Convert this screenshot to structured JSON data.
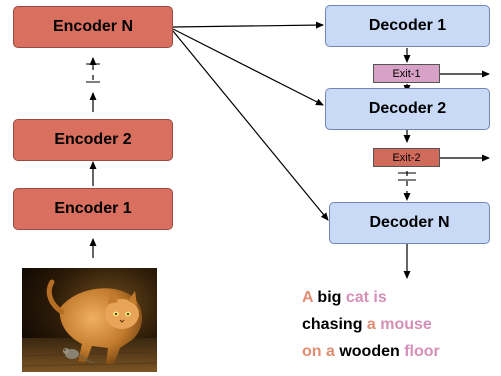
{
  "encoders": {
    "n": "Encoder N",
    "two": "Encoder 2",
    "one": "Encoder 1"
  },
  "decoders": {
    "one": "Decoder 1",
    "two": "Decoder 2",
    "n": "Decoder N"
  },
  "exits": {
    "one": "Exit-1",
    "two": "Exit-2"
  },
  "caption": {
    "line1": [
      {
        "text": "A",
        "color": "#e28d73"
      },
      {
        "text": " big ",
        "color": "#000000"
      },
      {
        "text": "cat is",
        "color": "#d58fb8"
      }
    ],
    "line2": [
      {
        "text": "chasing ",
        "color": "#000000"
      },
      {
        "text": "a",
        "color": "#e28d73"
      },
      {
        "text": " mouse",
        "color": "#d58fb8"
      }
    ],
    "line3": [
      {
        "text": "on a",
        "color": "#e28d73"
      },
      {
        "text": " wooden ",
        "color": "#000000"
      },
      {
        "text": "floor",
        "color": "#d58fb8"
      }
    ]
  },
  "colors": {
    "encoder": "#d9705f",
    "decoder": "#c8daf6",
    "exit1": "#d8a2c7",
    "exit2": "#d06a5b"
  },
  "image": {
    "subject": "cat-chasing-mouse-photo"
  }
}
